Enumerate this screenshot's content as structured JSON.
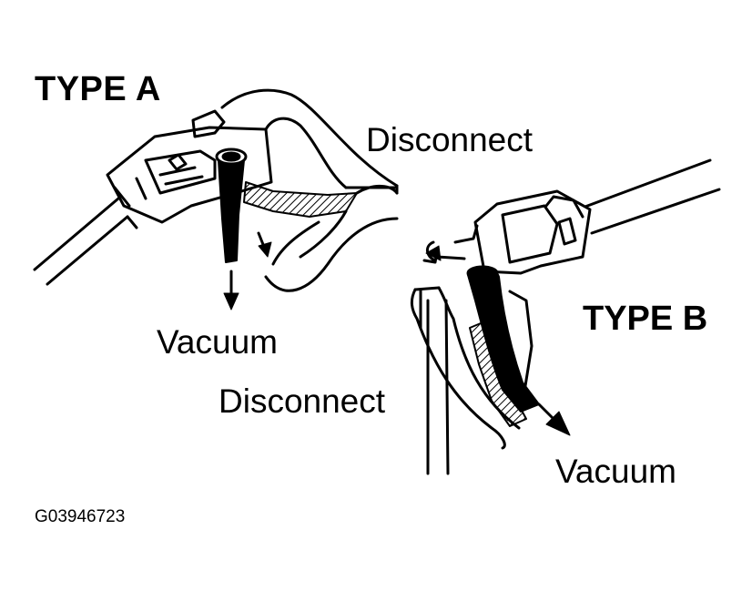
{
  "figure": {
    "type_a": {
      "title": "TYPE A",
      "disconnect_label": "Disconnect",
      "vacuum_label": "Vacuum"
    },
    "type_b": {
      "title": "TYPE B",
      "disconnect_label": "Disconnect",
      "vacuum_label": "Vacuum"
    },
    "figure_code": "G03946723",
    "colors": {
      "ink": "#000000",
      "paper": "#ffffff"
    }
  }
}
